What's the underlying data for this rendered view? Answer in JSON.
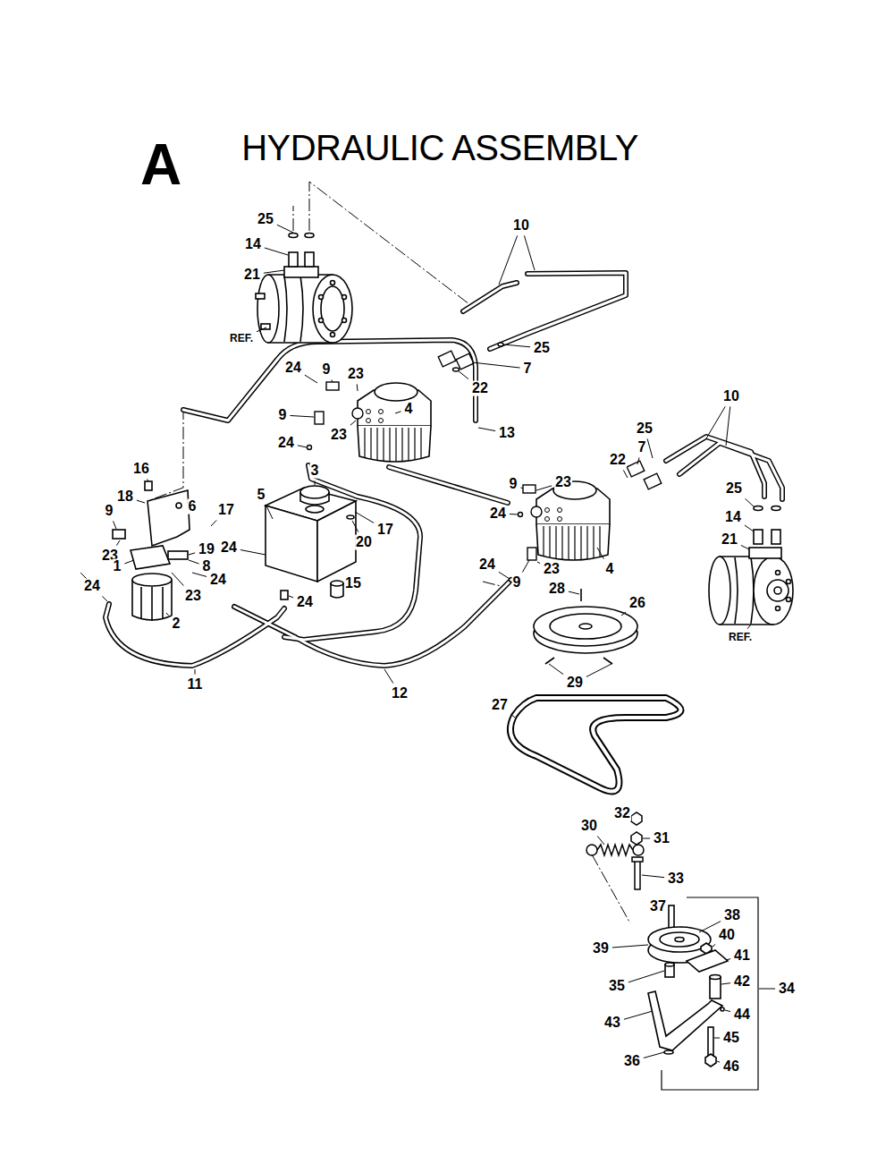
{
  "diagram": {
    "title": "HYDRAULIC ASSEMBLY",
    "labels": [
      "A",
      "25",
      "14",
      "21",
      "REF.",
      "10",
      "25",
      "7",
      "22",
      "24",
      "9",
      "23",
      "9",
      "23",
      "4",
      "13",
      "24",
      "3",
      "5",
      "16",
      "18",
      "6",
      "17",
      "9",
      "23",
      "1",
      "19",
      "8",
      "24",
      "24",
      "17",
      "20",
      "15",
      "24",
      "23",
      "24",
      "2",
      "11",
      "12",
      "10",
      "25",
      "7",
      "22",
      "9",
      "23",
      "24",
      "24",
      "9",
      "23",
      "4",
      "25",
      "14",
      "21",
      "REF.",
      "28",
      "26",
      "29",
      "27",
      "32",
      "31",
      "30",
      "33",
      "37",
      "38",
      "40",
      "39",
      "41",
      "35",
      "42",
      "34",
      "44",
      "43",
      "45",
      "36",
      "46"
    ]
  }
}
